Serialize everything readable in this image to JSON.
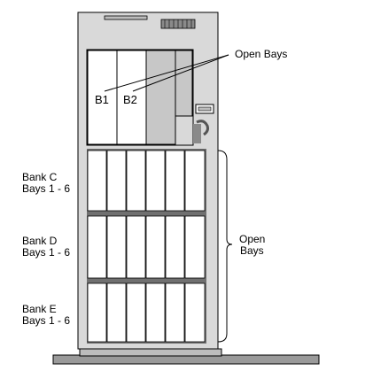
{
  "labels": {
    "open_bays_top": "Open Bays",
    "b1": "B1",
    "b2": "B2",
    "bank_c": "Bank C",
    "bank_c_bays": "Bays 1 - 6",
    "bank_d": "Bank D",
    "bank_d_bays": "Bays 1 - 6",
    "bank_e": "Bank E",
    "bank_e_bays": "Bays 1 - 6",
    "open_right_1": "Open",
    "open_right_2": "Bays"
  },
  "colors": {
    "chassis": "#d9d9d9",
    "bay_fill": "#ffffff",
    "open_bay_fill": "#c7c7c7",
    "divider": "#707070",
    "base": "#9a9a9a",
    "stroke": "#000000"
  }
}
